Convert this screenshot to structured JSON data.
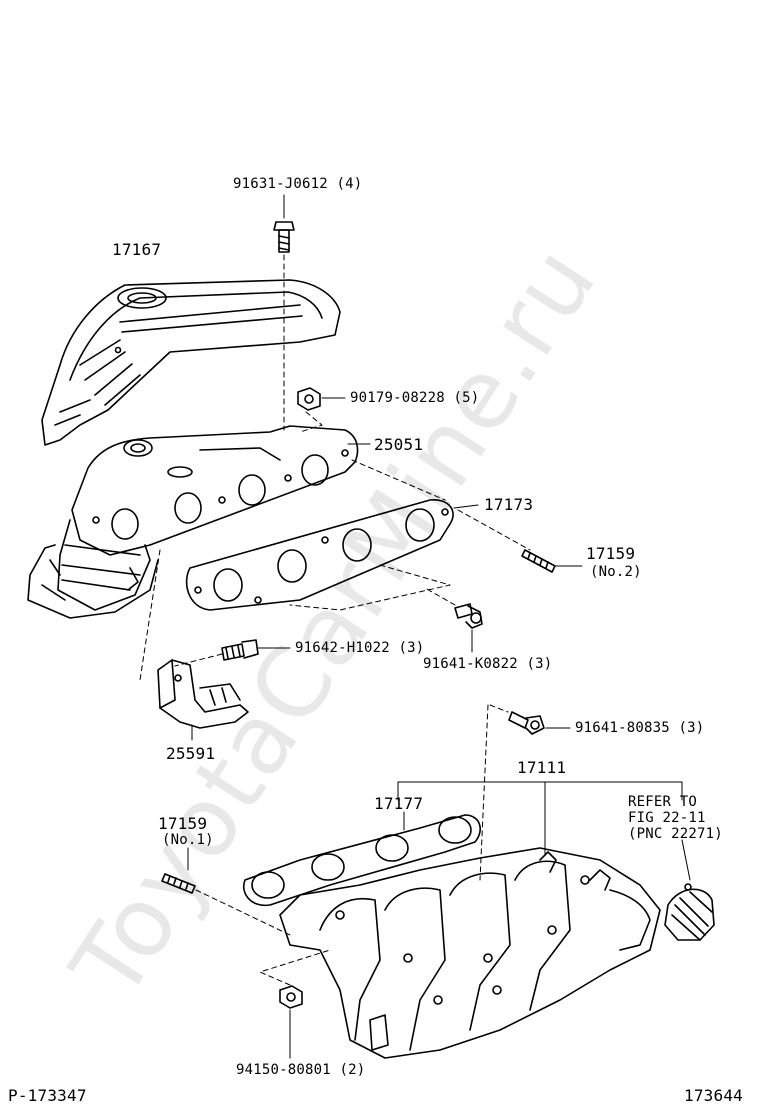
{
  "watermark": "ToyotaCarMine.ru",
  "labels": {
    "bolt_top": "91631-J0612 (4)",
    "heat_insulator": "17167",
    "nut_90179": "90179-08228 (5)",
    "exhaust_manifold": "25051",
    "gasket_17173": "17173",
    "stud_17159_no2": "17159",
    "stud_17159_no2_sub": "(No.2)",
    "bolt_91641_k": "91641-K0822 (3)",
    "bolt_91642": "91642-H1022 (3)",
    "bracket_25591": "25591",
    "bolt_91641_80835": "91641-80835 (3)",
    "intake_manifold": "17111",
    "gasket_17177": "17177",
    "refer_line1": "REFER TO",
    "refer_line2": "FIG 22-11",
    "refer_line3": "(PNC 22271)",
    "stud_17159_no1": "17159",
    "stud_17159_no1_sub": "(No.1)",
    "nut_94150": "94150-80801 (2)",
    "footer_left": "P-173347",
    "footer_right": "173644"
  }
}
